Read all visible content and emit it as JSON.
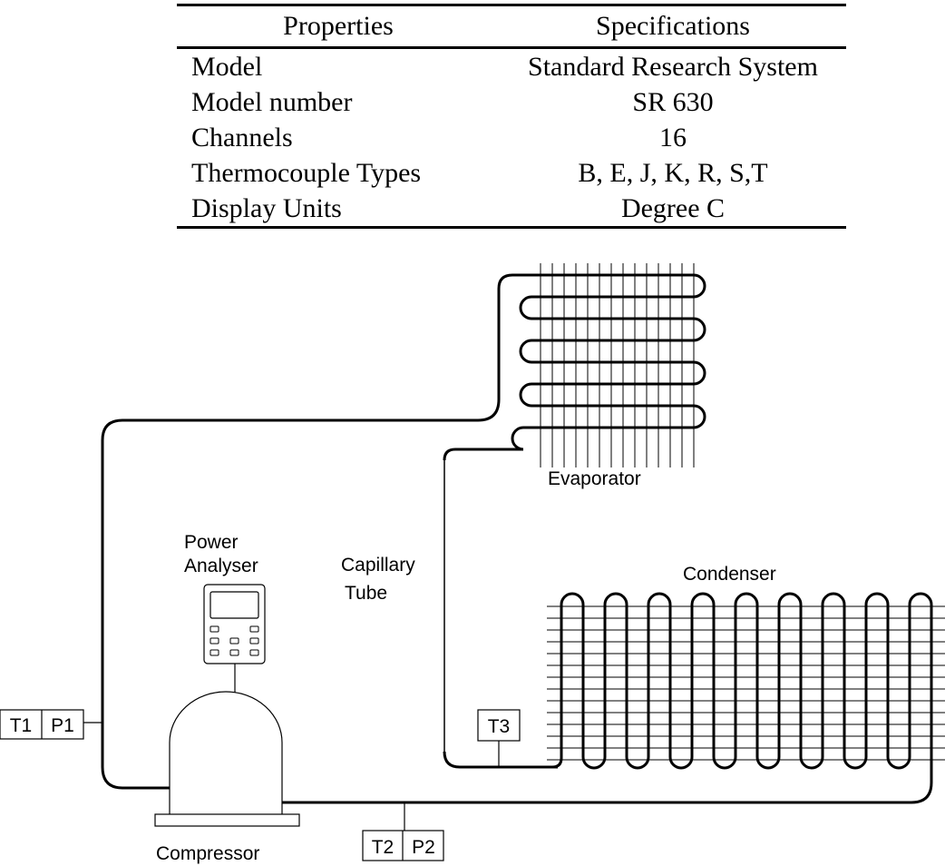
{
  "table": {
    "headers": [
      "Properties",
      "Specifications"
    ],
    "rows": [
      [
        "Model",
        "Standard Research System"
      ],
      [
        "Model number",
        "SR 630"
      ],
      [
        "Channels",
        "16"
      ],
      [
        "Thermocouple Types",
        "B, E, J, K, R, S,T"
      ],
      [
        "Display Units",
        "Degree C"
      ]
    ]
  },
  "diagram": {
    "evaporator": "Evaporator",
    "condenser": "Condenser",
    "capillary_line1": "Capillary",
    "capillary_line2": "Tube",
    "power_line1": "Power",
    "power_line2": "Analyser",
    "compressor": "Compressor",
    "sensors": {
      "t1": "T1",
      "p1": "P1",
      "t2": "T2",
      "p2": "P2",
      "t3": "T3"
    }
  }
}
